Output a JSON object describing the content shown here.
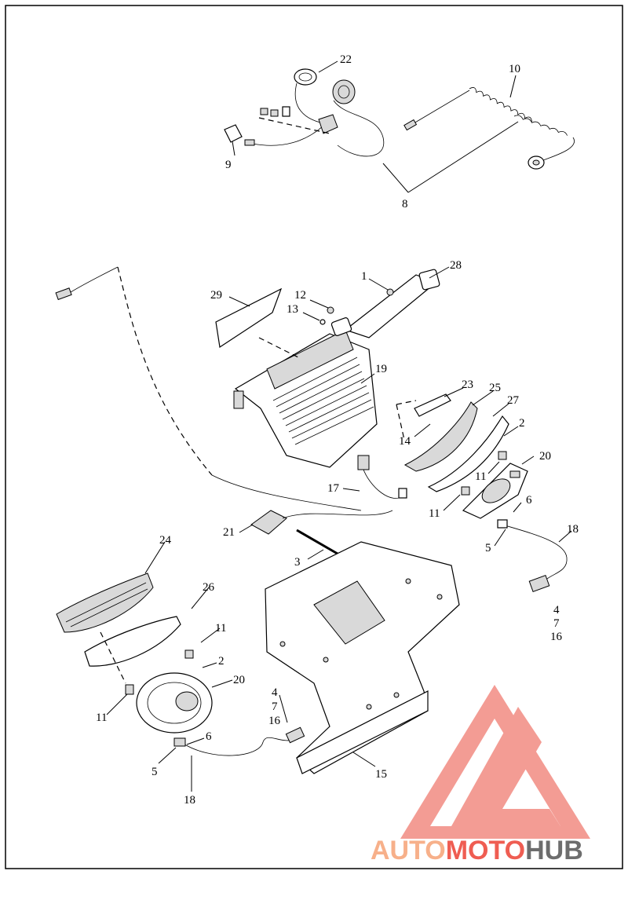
{
  "callouts": [
    {
      "id": "c22",
      "text": "22"
    },
    {
      "id": "c10",
      "text": "10"
    },
    {
      "id": "c9",
      "text": "9"
    },
    {
      "id": "c8",
      "text": "8"
    },
    {
      "id": "c28",
      "text": "28"
    },
    {
      "id": "c1",
      "text": "1"
    },
    {
      "id": "c29",
      "text": "29"
    },
    {
      "id": "c12",
      "text": "12"
    },
    {
      "id": "c13",
      "text": "13"
    },
    {
      "id": "c19",
      "text": "19"
    },
    {
      "id": "c23",
      "text": "23"
    },
    {
      "id": "c25",
      "text": "25"
    },
    {
      "id": "c27",
      "text": "27"
    },
    {
      "id": "c2a",
      "text": "2"
    },
    {
      "id": "c14",
      "text": "14"
    },
    {
      "id": "c20a",
      "text": "20"
    },
    {
      "id": "c11a",
      "text": "11"
    },
    {
      "id": "c17",
      "text": "17"
    },
    {
      "id": "c6a",
      "text": "6"
    },
    {
      "id": "c11b",
      "text": "11"
    },
    {
      "id": "c18a",
      "text": "18"
    },
    {
      "id": "c21",
      "text": "21"
    },
    {
      "id": "c5a",
      "text": "5"
    },
    {
      "id": "c3",
      "text": "3"
    },
    {
      "id": "c4a",
      "text": "4"
    },
    {
      "id": "c7a",
      "text": "7"
    },
    {
      "id": "c16a",
      "text": "16"
    },
    {
      "id": "c24",
      "text": "24"
    },
    {
      "id": "c26",
      "text": "26"
    },
    {
      "id": "c11c",
      "text": "11"
    },
    {
      "id": "c2b",
      "text": "2"
    },
    {
      "id": "c20b",
      "text": "20"
    },
    {
      "id": "c4b",
      "text": "4"
    },
    {
      "id": "c7b",
      "text": "7"
    },
    {
      "id": "c16b",
      "text": "16"
    },
    {
      "id": "c11d",
      "text": "11"
    },
    {
      "id": "c6b",
      "text": "6"
    },
    {
      "id": "c5b",
      "text": "5"
    },
    {
      "id": "c15",
      "text": "15"
    },
    {
      "id": "c18b",
      "text": "18"
    }
  ],
  "watermark": {
    "part1": "AUTO",
    "part2": "MOTO",
    "part3": "HUB",
    "color_light": "#f7b08a",
    "color_mid": "#ef5d52",
    "color_dark": "#6d6d6d",
    "triangle_color": "#f28b82"
  }
}
